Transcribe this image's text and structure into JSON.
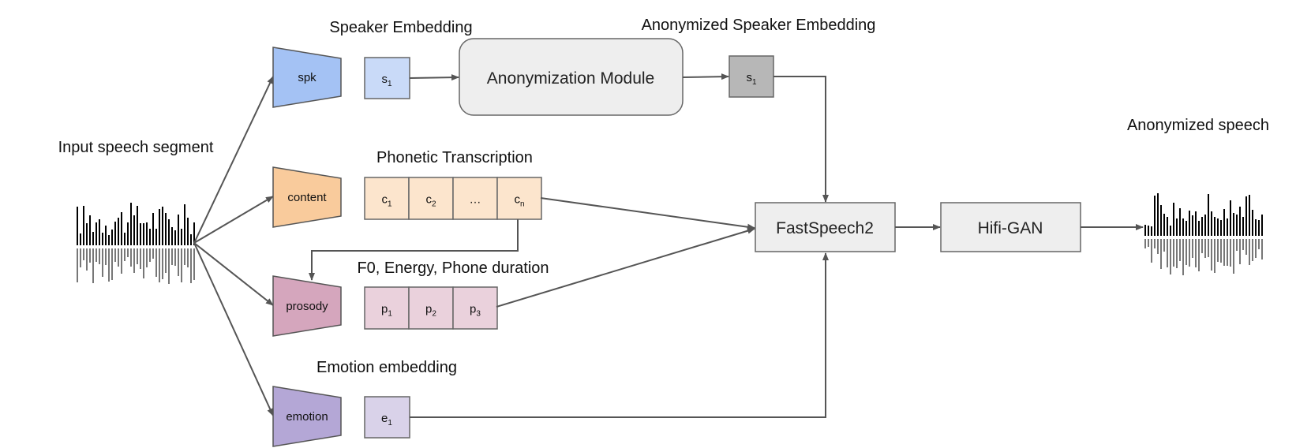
{
  "input": {
    "title": "Input speech segment"
  },
  "output": {
    "title": "Anonymized speech"
  },
  "encoders": {
    "spk": {
      "label": "spk",
      "color": "#a4c2f4"
    },
    "content": {
      "label": "content",
      "color": "#f9cb9c"
    },
    "prosody": {
      "label": "prosody",
      "color": "#d5a6bd"
    },
    "emotion": {
      "label": "emotion",
      "color": "#b4a7d6"
    }
  },
  "speaker": {
    "title": "Speaker Embedding",
    "token": {
      "base": "s",
      "sub": "1"
    },
    "color": "#c9daf8"
  },
  "anonymizer": {
    "label": "Anonymization Module",
    "title": "Anonymized Speaker Embedding",
    "token": {
      "base": "s",
      "sub": "1"
    },
    "token_color": "#b7b7b7"
  },
  "phonetic": {
    "title": "Phonetic Transcription",
    "tokens": [
      {
        "base": "c",
        "sub": "1"
      },
      {
        "base": "c",
        "sub": "2"
      },
      {
        "base": "…",
        "sub": ""
      },
      {
        "base": "c",
        "sub": "n"
      }
    ],
    "color": "#fce5cd"
  },
  "prosody_feats": {
    "title": "F0, Energy, Phone duration",
    "tokens": [
      {
        "base": "p",
        "sub": "1"
      },
      {
        "base": "p",
        "sub": "2"
      },
      {
        "base": "p",
        "sub": "3"
      }
    ],
    "color": "#ead1dc"
  },
  "emotion_emb": {
    "title": "Emotion embedding",
    "token": {
      "base": "e",
      "sub": "1"
    },
    "color": "#d9d2e9"
  },
  "fastspeech": {
    "label": "FastSpeech2"
  },
  "vocoder": {
    "label": "Hifi-GAN"
  },
  "colors": {
    "box_fill": "#eeeeee",
    "box_stroke": "#666666",
    "wire": "#555555",
    "wave_top": "#000000",
    "wave_bottom": "#777777"
  }
}
